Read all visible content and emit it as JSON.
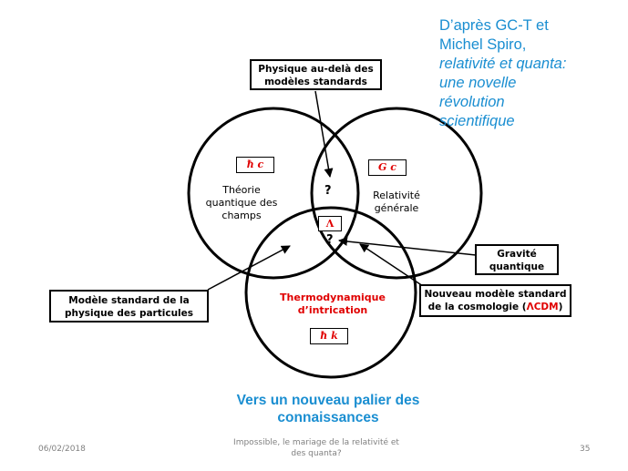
{
  "title_right": {
    "line1": "D’après GC-T et",
    "line2": "Michel Spiro,",
    "line3": "relativité et quanta:",
    "line4": "une novelle",
    "line5": "révolution",
    "line6": "scientifique"
  },
  "boxes": {
    "beyond_standard": "Physique au-delà des modèles standards",
    "standard_particles": "Modèle standard de la physique des particules",
    "quantum_gravity": "Gravité quantique",
    "cosmology_prefix": "Nouveau modèle standard de la cosmologie (",
    "cosmology_lcdm": "ΛCDM",
    "cosmology_suffix": ")"
  },
  "circles": {
    "left_label": "Théorie quantique des champs",
    "right_label": "Relativité générale",
    "bottom_label": "Thermodynamique d’intrication",
    "left_const": "ħ c",
    "right_const": "G  c",
    "bottom_const": "ħ  k",
    "center_lambda": "Λ",
    "q_upper": "?",
    "q_lower": "?"
  },
  "bottom_title": {
    "line1": "Vers  un nouveau palier des",
    "line2": "connaissances"
  },
  "footer": {
    "date": "06/02/2018",
    "center_line1": "Impossible, le mariage de la relativité et",
    "center_line2": "des quanta?",
    "page": "35"
  }
}
